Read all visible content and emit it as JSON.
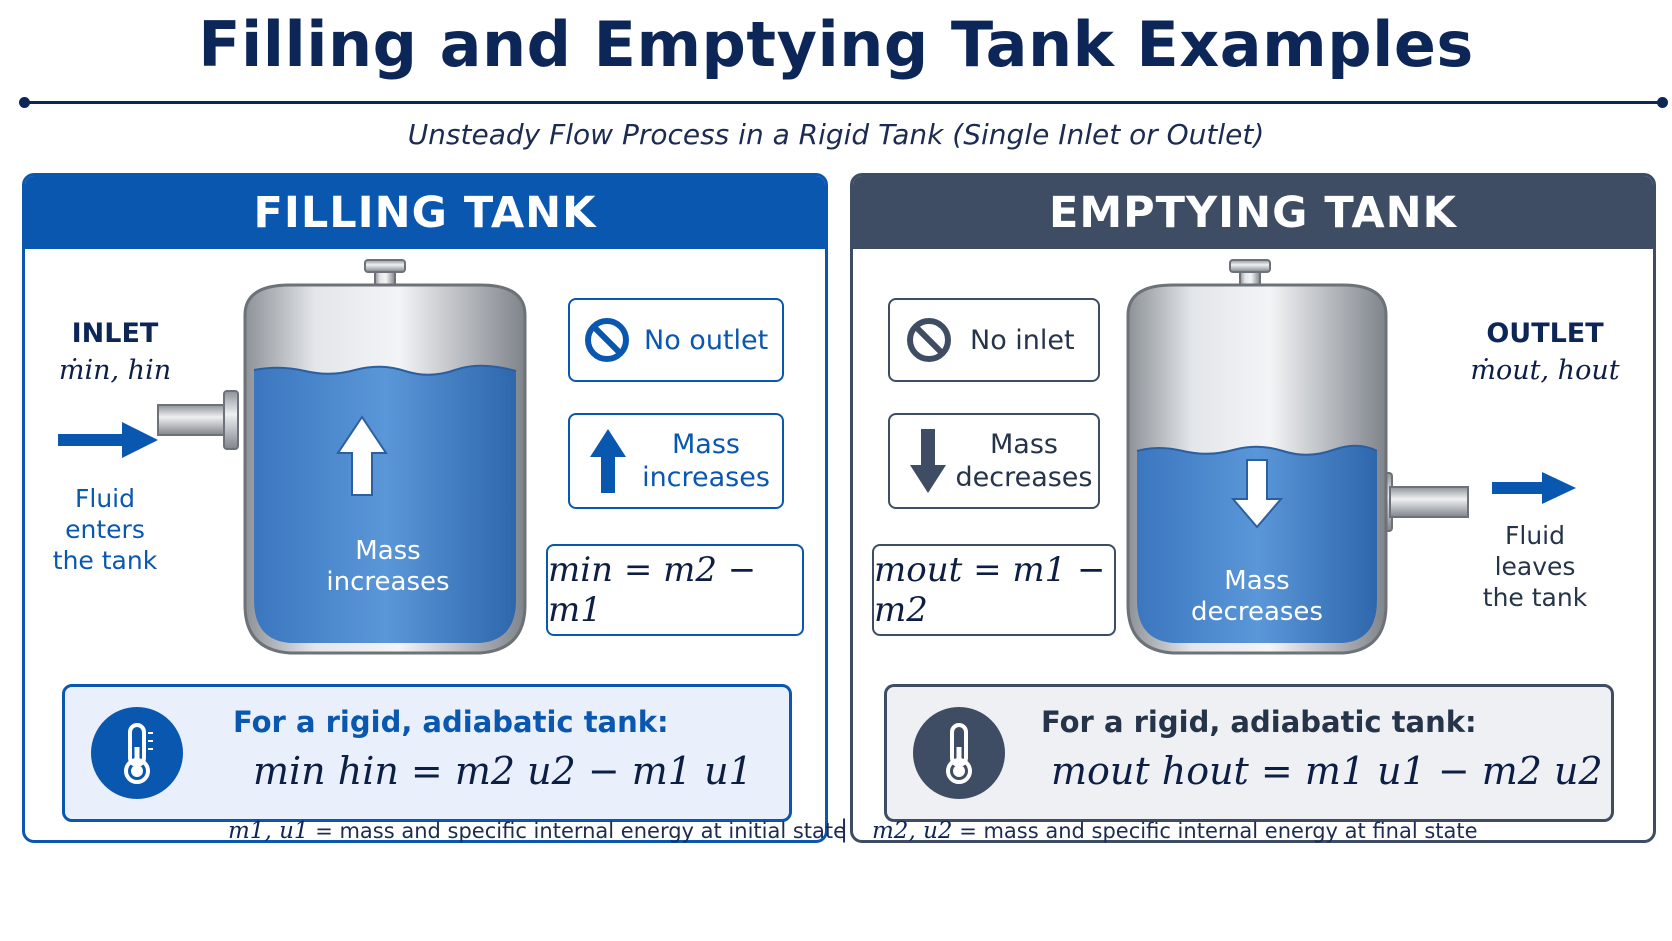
{
  "title": "Filling and Emptying Tank Examples",
  "subtitle": "Unsteady Flow Process in a Rigid Tank (Single Inlet or Outlet)",
  "filling": {
    "header": "FILLING TANK",
    "inlet_title": "INLET",
    "inlet_flow": "ṁin, hin",
    "fluid_desc_1": "Fluid",
    "fluid_desc_2": "enters",
    "fluid_desc_3": "the tank",
    "tank_label_1": "Mass",
    "tank_label_2": "increases",
    "no_outlet_label": "No outlet",
    "mass_change_1": "Mass",
    "mass_change_2": "increases",
    "mass_equation": "min = m2 − m1",
    "energy_title": "For a rigid, adiabatic tank:",
    "energy_equation": "min hin = m2 u2 − m1 u1",
    "icons": [
      "arrow-right-icon",
      "arrow-up-icon",
      "no-entry-icon",
      "thermometer-icon"
    ]
  },
  "emptying": {
    "header": "EMPTYING TANK",
    "outlet_title": "OUTLET",
    "outlet_flow": "ṁout, hout",
    "fluid_desc_1": "Fluid",
    "fluid_desc_2": "leaves",
    "fluid_desc_3": "the tank",
    "tank_label_1": "Mass",
    "tank_label_2": "decreases",
    "no_inlet_label": "No inlet",
    "mass_change_1": "Mass",
    "mass_change_2": "decreases",
    "mass_equation": "mout = m1 − m2",
    "energy_title": "For a rigid, adiabatic tank:",
    "energy_equation": "mout hout = m1 u1 − m2 u2",
    "icons": [
      "arrow-right-icon",
      "arrow-down-icon",
      "no-entry-icon",
      "thermometer-icon"
    ]
  },
  "footer": {
    "initial_symbols": "m1, u1",
    "initial_text": "= mass and specific internal energy at initial state",
    "separator": "|",
    "final_symbols": "m2, u2",
    "final_text": "= mass and specific internal energy at final state"
  },
  "colors": {
    "filling_accent": "#0a57b0",
    "emptying_accent": "#3e4d63",
    "water": "#4a87cf",
    "title": "#0d2658",
    "filling_energy_bg": "#e9f0fb",
    "emptying_energy_bg": "#eef0f4"
  }
}
